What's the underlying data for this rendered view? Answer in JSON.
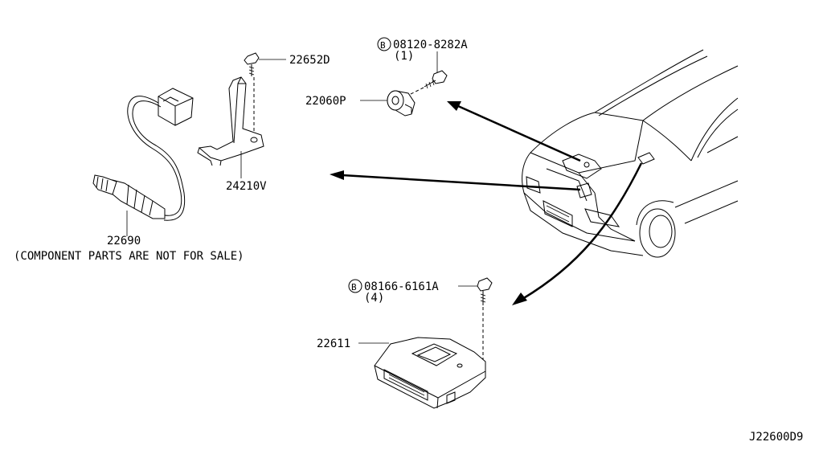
{
  "diagram": {
    "parts": {
      "bolt_bracket": "22652D",
      "bracket": "24210V",
      "sensor": "22690",
      "sensor_note": "(COMPONENT PARTS ARE NOT FOR SALE)",
      "resistor": "22060P",
      "bolt_resistor_mark": "B",
      "bolt_resistor": "08120-8282A",
      "bolt_resistor_qty": "(1)",
      "control_unit": "22611",
      "bolt_unit_mark": "B",
      "bolt_unit": "08166-6161A",
      "bolt_unit_qty": "(4)"
    },
    "diagram_code": "J22600D9"
  }
}
